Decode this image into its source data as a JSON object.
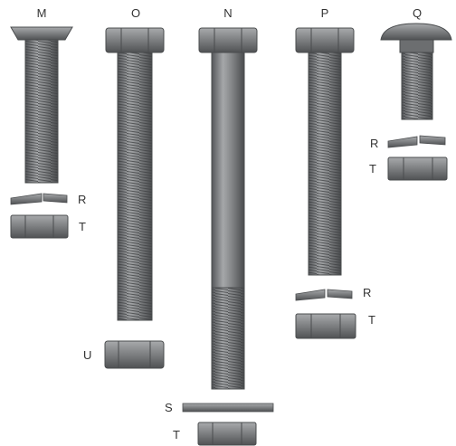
{
  "columns": {
    "m": "M",
    "o": "O",
    "n": "N",
    "p": "P",
    "q": "Q"
  },
  "parts": {
    "r_m": "R",
    "t_m": "T",
    "u_o": "U",
    "s_n": "S",
    "t_n": "T",
    "r_p": "R",
    "t_p": "T",
    "r_q": "R",
    "t_q": "T"
  },
  "colors": {
    "metal_light": "#9a9c9e",
    "metal_mid": "#76787a",
    "metal_dark": "#4f5153",
    "thread_line": "#3e4042"
  }
}
